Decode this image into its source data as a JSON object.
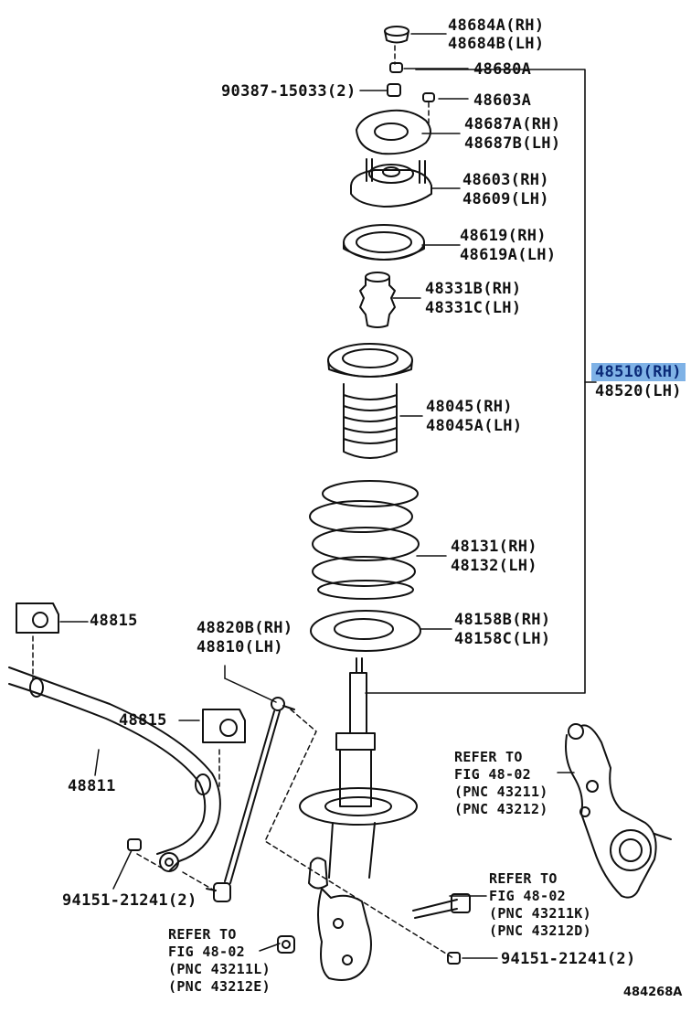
{
  "diagram": {
    "callouts": {
      "cap": [
        "48684A(RH)",
        "48684B(LH)"
      ],
      "nut_top": "48680A",
      "nut_left": "90387-15033(2)",
      "nut_small": "48603A",
      "plate": [
        "48687A(RH)",
        "48687B(LH)"
      ],
      "support": [
        "48603(RH)",
        "48609(LH)"
      ],
      "bearing": [
        "48619(RH)",
        "48619A(LH)"
      ],
      "bumper": [
        "48331B(RH)",
        "48331C(LH)"
      ],
      "boot": [
        "48045(RH)",
        "48045A(LH)"
      ],
      "spring": [
        "48131(RH)",
        "48132(LH)"
      ],
      "seat": [
        "48158B(RH)",
        "48158C(LH)"
      ],
      "assy": [
        "48510(RH)",
        "48520(LH)"
      ],
      "bushing_left": "48815",
      "bushing_mid": "48815",
      "link": [
        "48820B(RH)",
        "48810(LH)"
      ],
      "bar": "48811",
      "nut_bar": "94151-21241(2)",
      "nut_low": "94151-21241(2)"
    },
    "references": {
      "knuckle": [
        "REFER TO",
        "FIG 48-02",
        "(PNC 43211)",
        "(PNC 43212)"
      ],
      "bolt": [
        "REFER TO",
        "FIG 48-02",
        "(PNC 43211K)",
        "(PNC 43212D)"
      ],
      "bracket": [
        "REFER TO",
        "FIG 48-02",
        "(PNC 43211L)",
        "(PNC 43212E)"
      ]
    },
    "figure_code": "484268A"
  }
}
